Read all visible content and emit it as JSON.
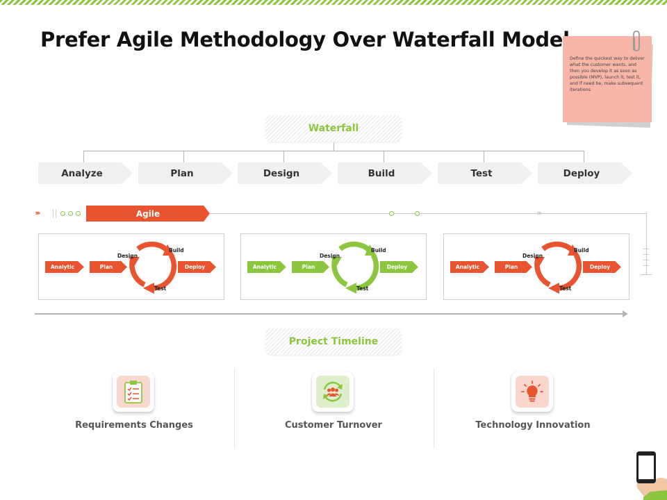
{
  "title": "Prefer Agile Methodology Over Waterfall Model",
  "note": {
    "text": "Define the quickest way to deliver what the customer wants, and then you develop it as soon as possible (MVP), launch it, test it, and if need be, make subsequent iterations"
  },
  "waterfall": {
    "label": "Waterfall",
    "steps": [
      "Analyze",
      "Plan",
      "Design",
      "Build",
      "Test",
      "Deploy"
    ]
  },
  "agile": {
    "label": "Agile",
    "cycles": [
      {
        "color": "#e8542f",
        "analytic": "Analytic",
        "plan": "Plan",
        "deploy": "Deploy",
        "design": "Design",
        "build": "Build",
        "test": "Test"
      },
      {
        "color": "#8cc63f",
        "analytic": "Analytic",
        "plan": "Plan",
        "deploy": "Deploy",
        "design": "Design",
        "build": "Build",
        "test": "Test"
      },
      {
        "color": "#e8542f",
        "analytic": "Analytic",
        "plan": "Plan",
        "deploy": "Deploy",
        "design": "Design",
        "build": "Build",
        "test": "Test"
      }
    ]
  },
  "timeline": {
    "label": "Project Timeline"
  },
  "features": [
    {
      "label": "Requirements Changes",
      "icon": "clipboard-icon"
    },
    {
      "label": "Customer Turnover",
      "icon": "customer-cycle-icon"
    },
    {
      "label": "Technology Innovation",
      "icon": "lightbulb-icon"
    }
  ],
  "colors": {
    "accent_orange": "#e8542f",
    "accent_green": "#8cc63f"
  }
}
